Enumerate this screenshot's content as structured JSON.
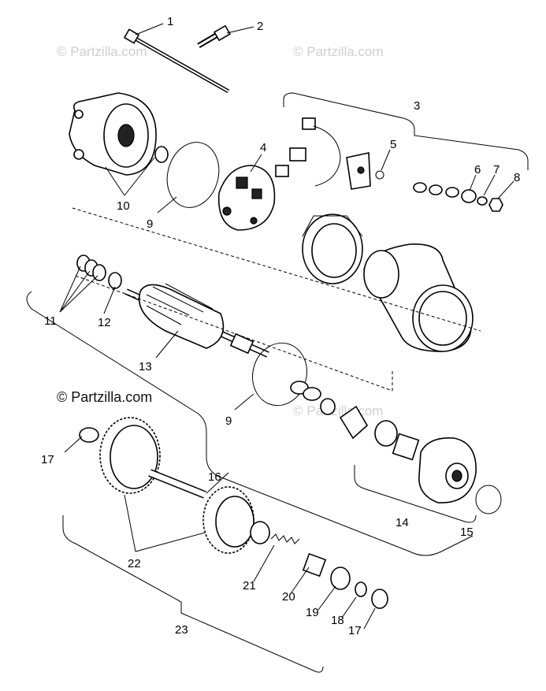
{
  "watermarks": {
    "top_left": "© Partzilla.com",
    "top_right": "© Partzilla.com",
    "mid_left": "© Partzilla.com",
    "mid_center": "© Partzilla.com",
    "mid_left_dark": "© Partzilla.com"
  },
  "callouts": {
    "c1": "1",
    "c2": "2",
    "c3": "3",
    "c4": "4",
    "c5": "5",
    "c6": "6",
    "c7": "7",
    "c8": "8",
    "c9a": "9",
    "c9b": "9",
    "c10": "10",
    "c11": "11",
    "c12": "12",
    "c13": "13",
    "c14": "14",
    "c15": "15",
    "c16": "16",
    "c17a": "17",
    "c17b": "17",
    "c18": "18",
    "c19": "19",
    "c20": "20",
    "c21": "21",
    "c22": "22",
    "c23": "23"
  }
}
